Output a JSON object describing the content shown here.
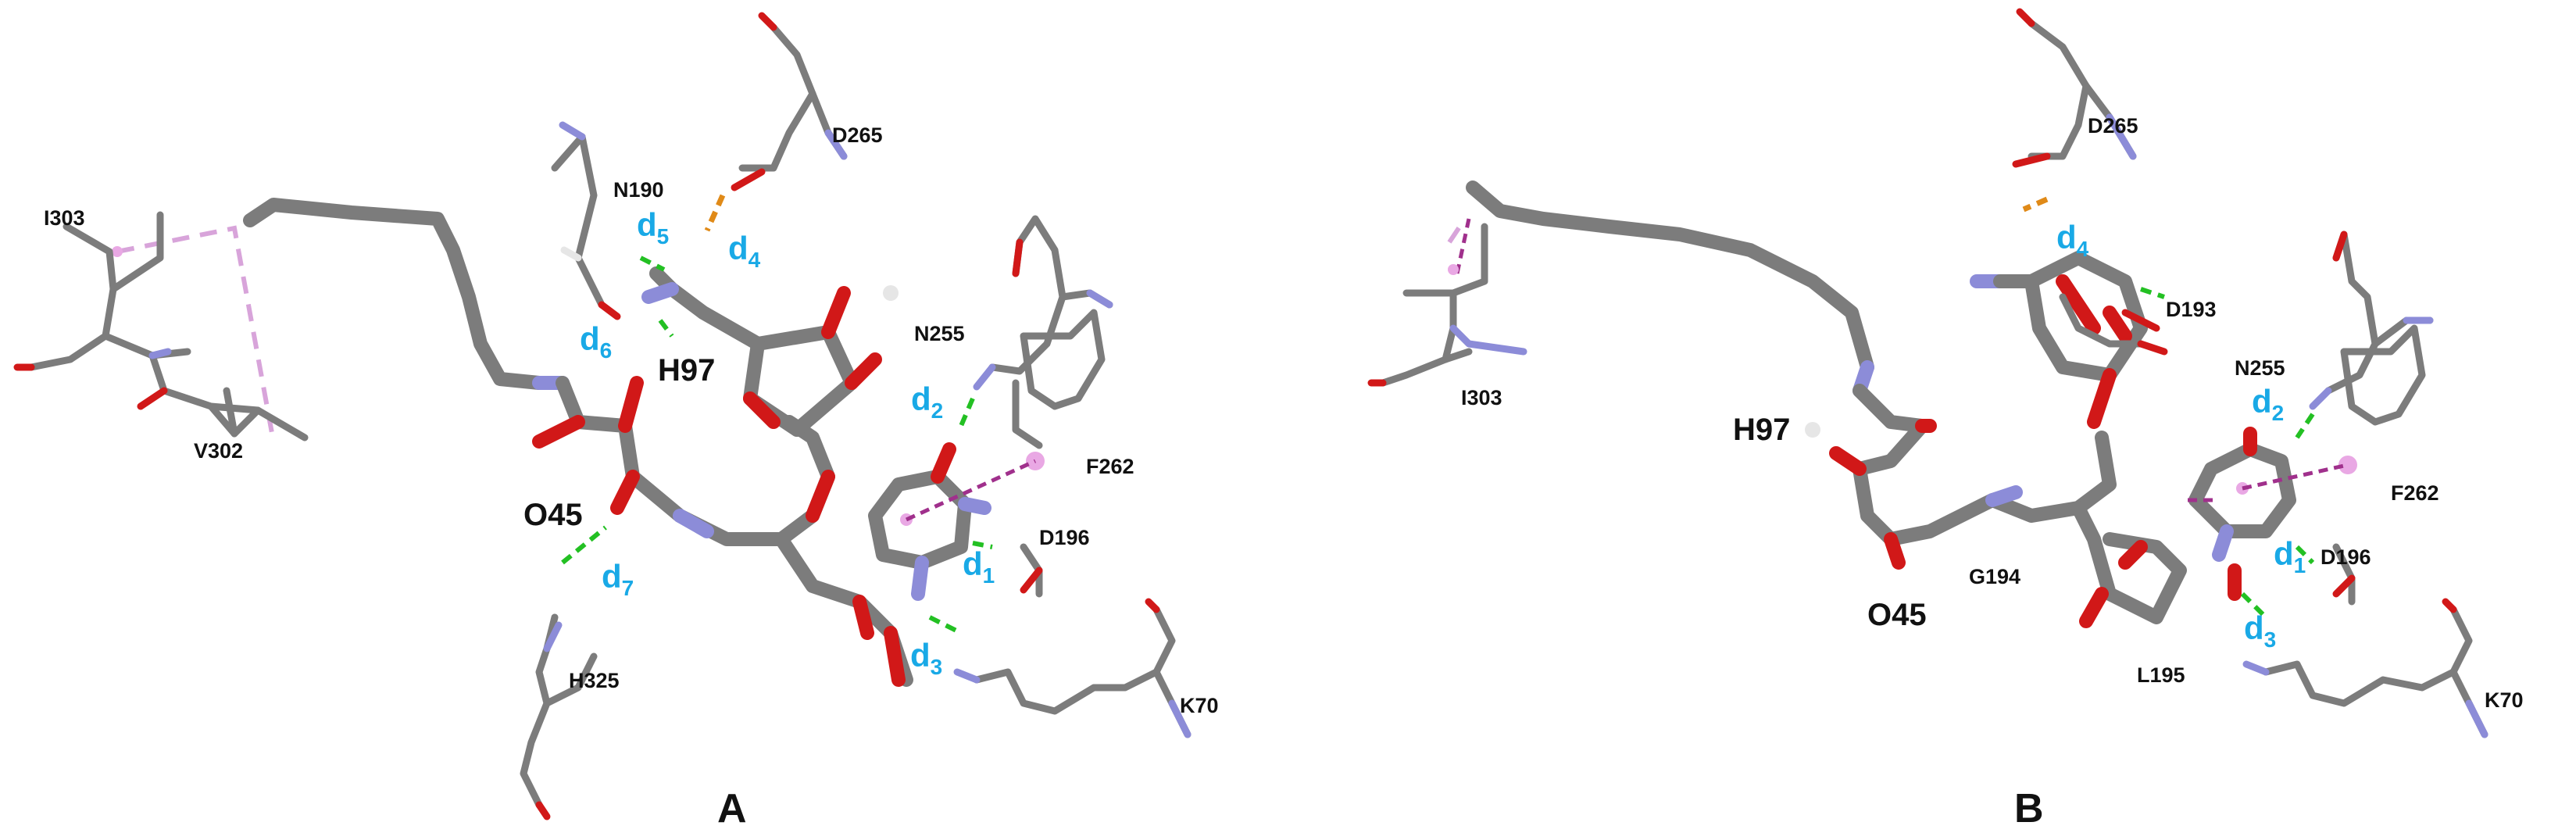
{
  "panels": [
    {
      "id": "A",
      "label": "A",
      "residues": [
        "I303",
        "V302",
        "N190",
        "D265",
        "N255",
        "F262",
        "D196",
        "K70",
        "H325"
      ],
      "ligand_atoms": [
        "H97",
        "O45"
      ],
      "distances": [
        {
          "d": "d",
          "n": "1"
        },
        {
          "d": "d",
          "n": "2"
        },
        {
          "d": "d",
          "n": "3"
        },
        {
          "d": "d",
          "n": "4"
        },
        {
          "d": "d",
          "n": "5"
        },
        {
          "d": "d",
          "n": "6"
        },
        {
          "d": "d",
          "n": "7"
        }
      ]
    },
    {
      "id": "B",
      "label": "B",
      "residues": [
        "D265",
        "D193",
        "N255",
        "F262",
        "D196",
        "K70",
        "G194",
        "L195",
        "I303"
      ],
      "ligand_atoms": [
        "H97",
        "O45"
      ],
      "distances": [
        {
          "d": "d",
          "n": "4"
        },
        {
          "d": "d",
          "n": "2"
        },
        {
          "d": "d",
          "n": "1"
        },
        {
          "d": "d",
          "n": "3"
        }
      ]
    }
  ],
  "colors": {
    "carbon": "#7c7c7c",
    "oxygen": "#d11818",
    "nitrogen": "#8c8cd8",
    "hydrogen": "#e6e6e6",
    "hydrogen_bond": "#23c023",
    "pi_cation": "#e08a18",
    "pi_interaction": "#a0308c",
    "alkyl_interaction": "#d8a4da",
    "distance_label": "#19a9e6"
  }
}
